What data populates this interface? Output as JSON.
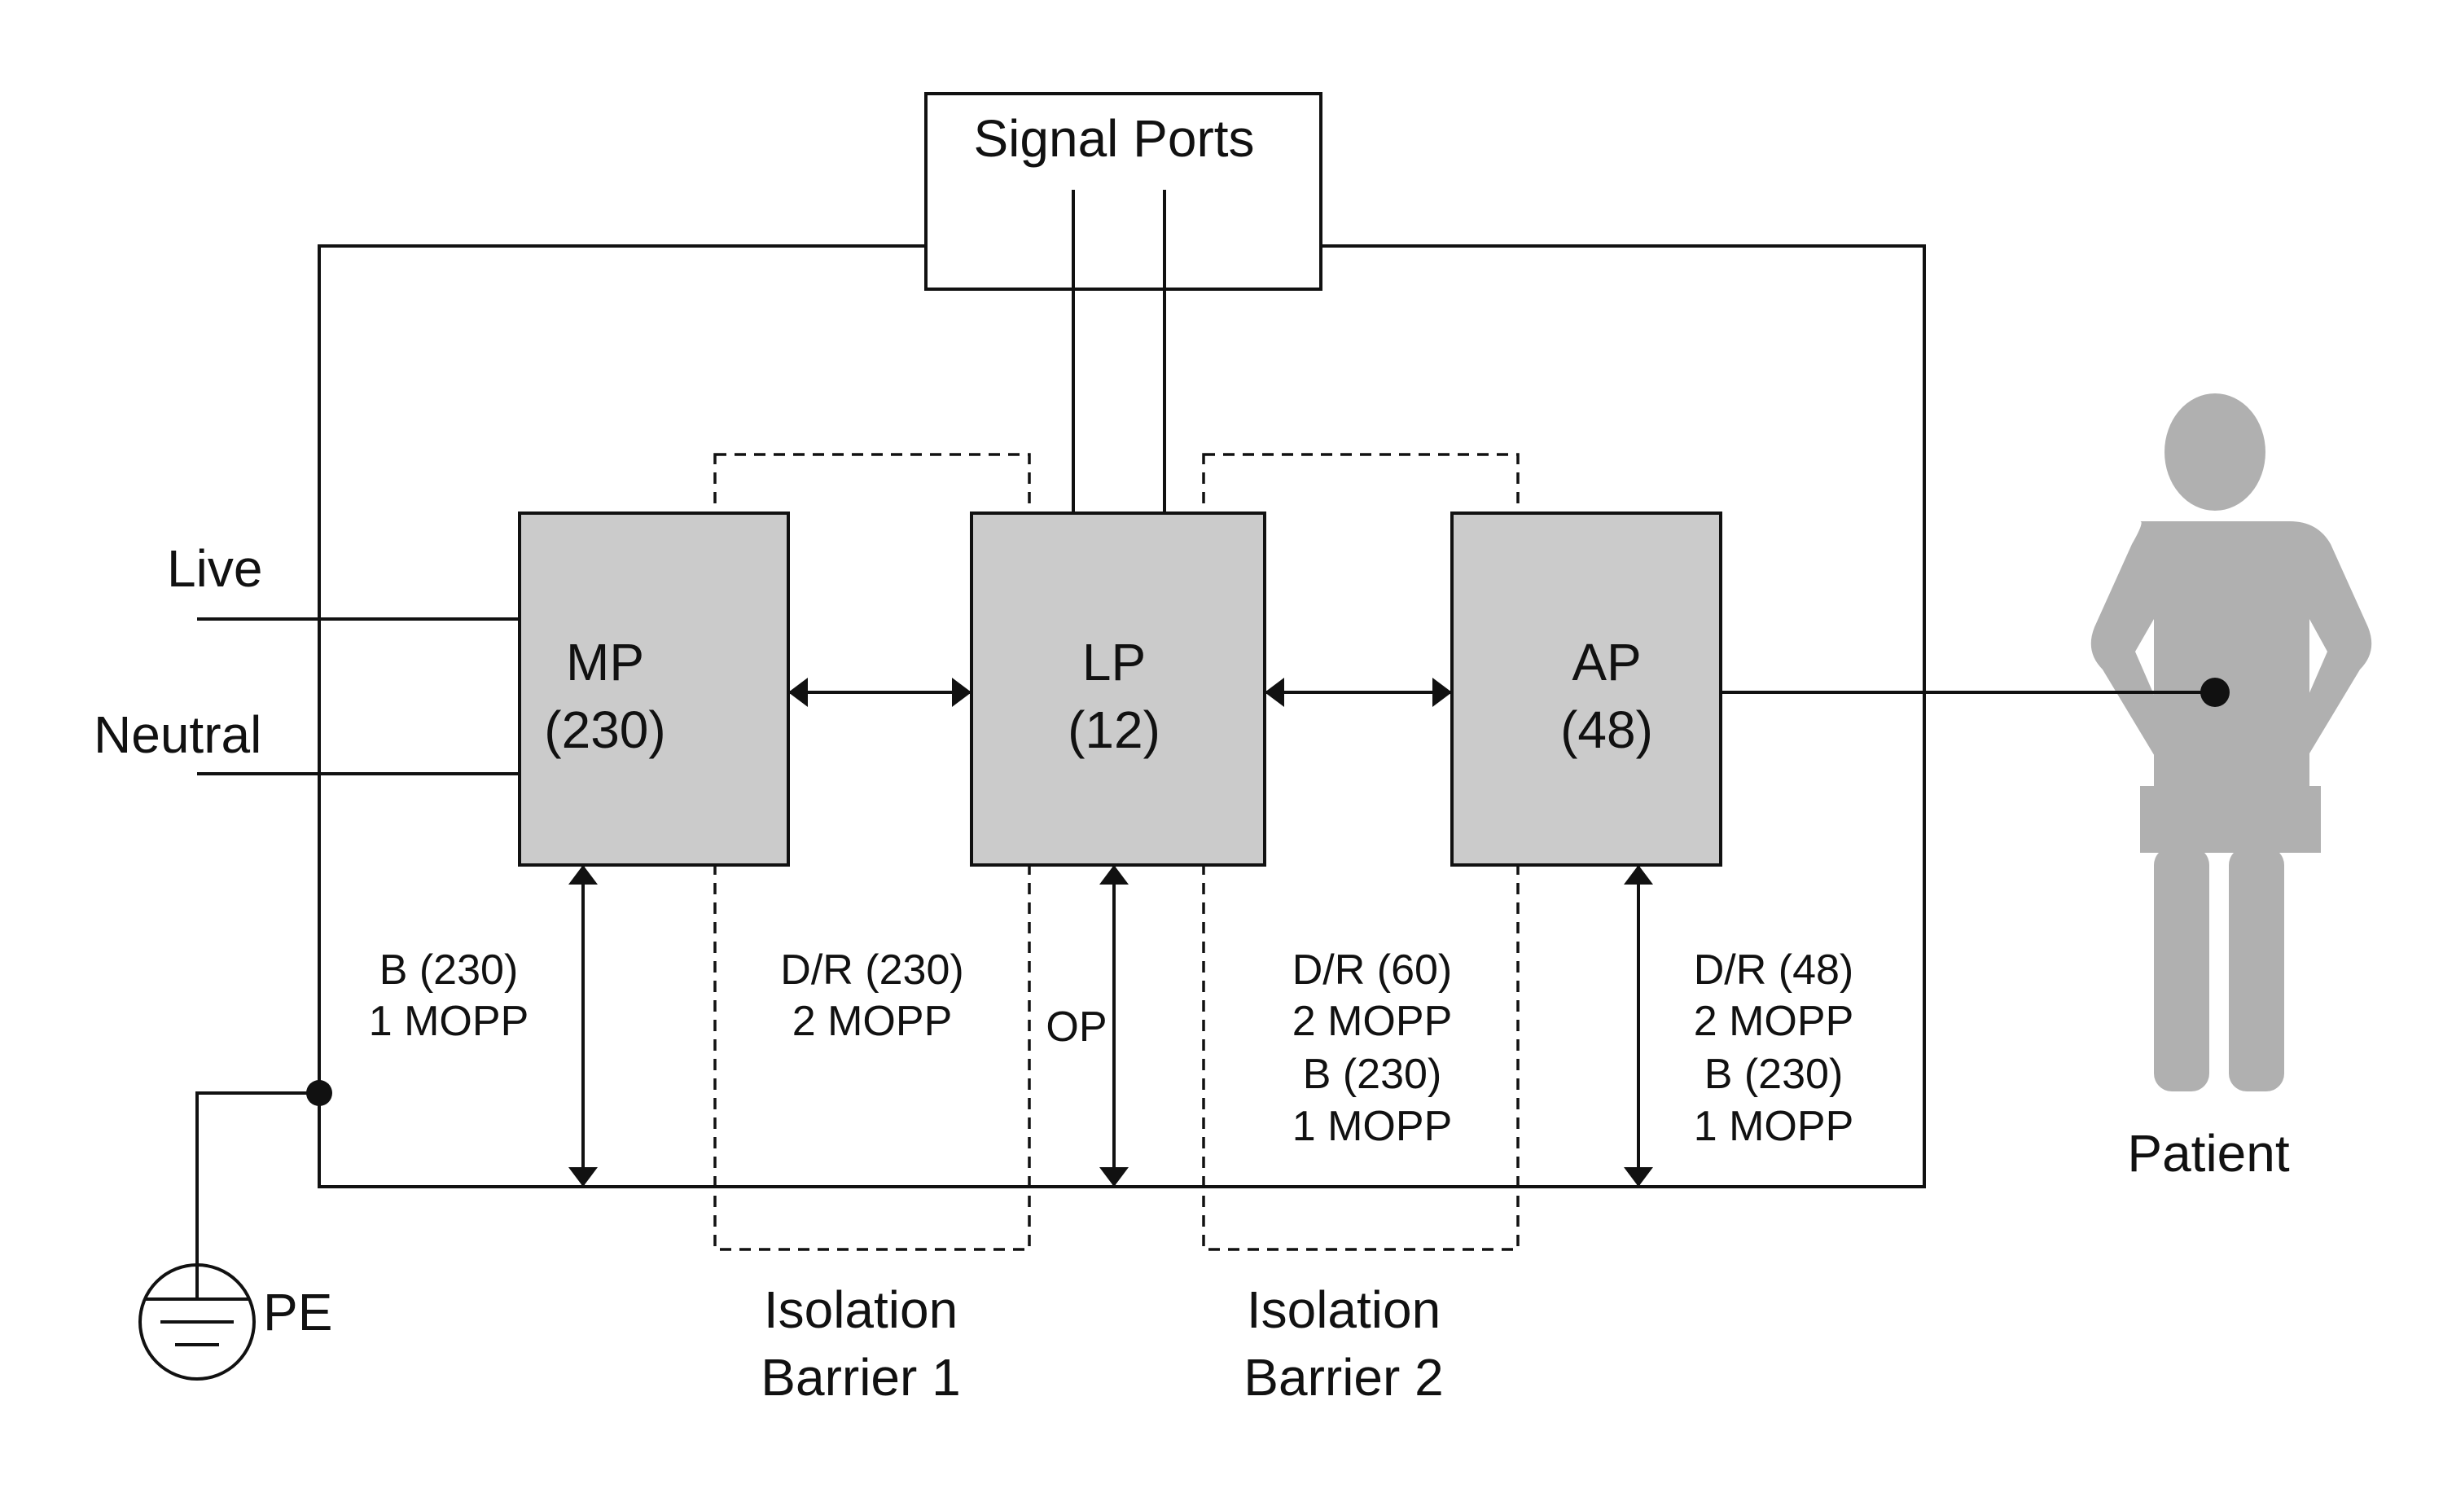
{
  "signal_ports": {
    "label": "Signal Ports"
  },
  "mains": {
    "live": "Live",
    "neutral": "Neutral"
  },
  "earth": {
    "label": "PE"
  },
  "blocks": {
    "mp": {
      "name": "MP",
      "value": "(230)"
    },
    "lp": {
      "name": "LP",
      "value": "(12)"
    },
    "ap": {
      "name": "AP",
      "value": "(48)"
    }
  },
  "insulation": {
    "mp_to_earth": [
      "B (230)",
      "1 MOPP"
    ],
    "mp_to_lp": [
      "D/R (230)",
      "2 MOPP"
    ],
    "lp_to_earth": [
      "OP"
    ],
    "lp_to_ap": [
      "D/R (60)",
      "2 MOPP",
      "B (230)",
      "1 MOPP"
    ],
    "ap_to_earth": [
      "D/R (48)",
      "2 MOPP",
      "B (230)",
      "1 MOPP"
    ]
  },
  "barriers": {
    "b1": [
      "Isolation",
      "Barrier 1"
    ],
    "b2": [
      "Isolation",
      "Barrier 2"
    ]
  },
  "patient": {
    "label": "Patient"
  },
  "colors": {
    "block_fill": "#cbcbcb",
    "patient_fill": "#b0b0b0",
    "line": "#111111"
  }
}
